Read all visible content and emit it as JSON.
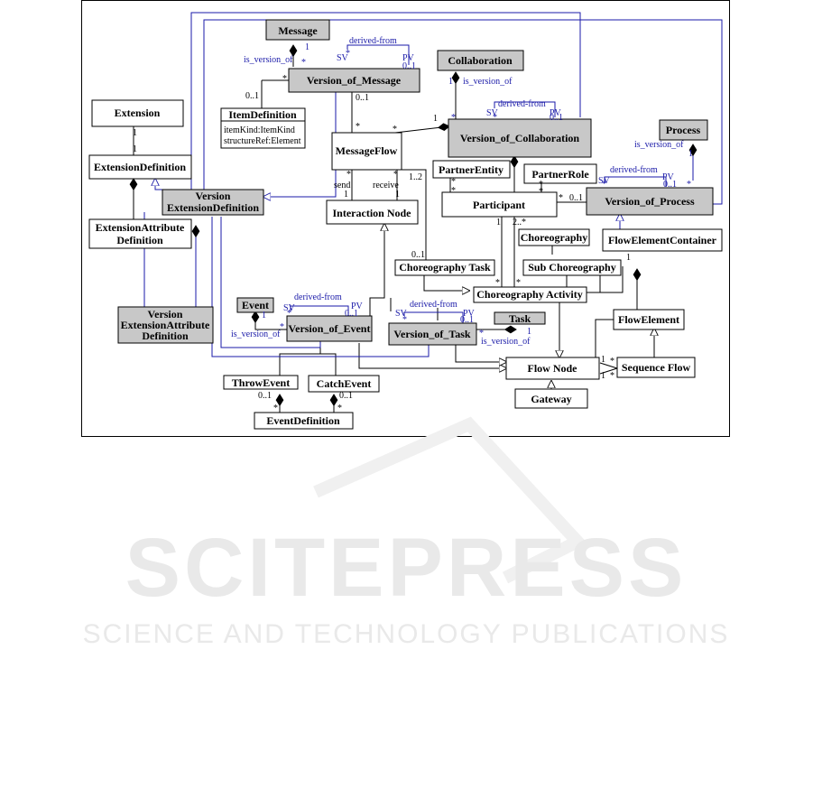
{
  "classes": {
    "message": "Message",
    "version_of_message": "Version_of_Message",
    "collaboration": "Collaboration",
    "version_of_collaboration": "Version_of_Collaboration",
    "process": "Process",
    "version_of_process": "Version_of_Process",
    "extension": "Extension",
    "extension_definition": "ExtensionDefinition",
    "version_extension_definition_1": "Version",
    "version_extension_definition_2": "ExtensionDefinition",
    "extension_attribute_definition_1": "ExtensionAttribute",
    "extension_attribute_definition_2": "Definition",
    "version_extension_attribute_definition_1": "Version",
    "version_extension_attribute_definition_2": "ExtensionAttribute",
    "version_extension_attribute_definition_3": "Definition",
    "item_definition": "ItemDefinition",
    "item_definition_attr1": "itemKind:ItemKind",
    "item_definition_attr2": "structureRef:Element",
    "message_flow": "MessageFlow",
    "interaction_node": "Interaction Node",
    "partner_entity": "PartnerEntity",
    "partner_role": "PartnerRole",
    "participant": "Participant",
    "choreography": "Choreography",
    "flow_element_container": "FlowElementContainer",
    "choreography_task": "Choreography Task",
    "sub_choreography": "Sub Choreography",
    "choreography_activity": "Choreography Activity",
    "event": "Event",
    "version_of_event": "Version_of_Event",
    "version_of_task": "Version_of_Task",
    "task": "Task",
    "flow_element": "FlowElement",
    "flow_node": "Flow Node",
    "sequence_flow": "Sequence Flow",
    "gateway": "Gateway",
    "throw_event": "ThrowEvent",
    "catch_event": "CatchEvent",
    "event_definition": "EventDefinition"
  },
  "labels": {
    "is_version_of": "is_version_of",
    "derived_from": "derived-from",
    "sv": "SV",
    "pv": "PV",
    "send": "send",
    "receive": "receive"
  },
  "multiplicities": {
    "one": "1",
    "many": "*",
    "zero_one": "0..1",
    "one_two": "1..2",
    "two_many": "2..*"
  },
  "watermark": {
    "title": "SCITEPRESS",
    "subtitle": "SCIENCE AND TECHNOLOGY PUBLICATIONS"
  }
}
